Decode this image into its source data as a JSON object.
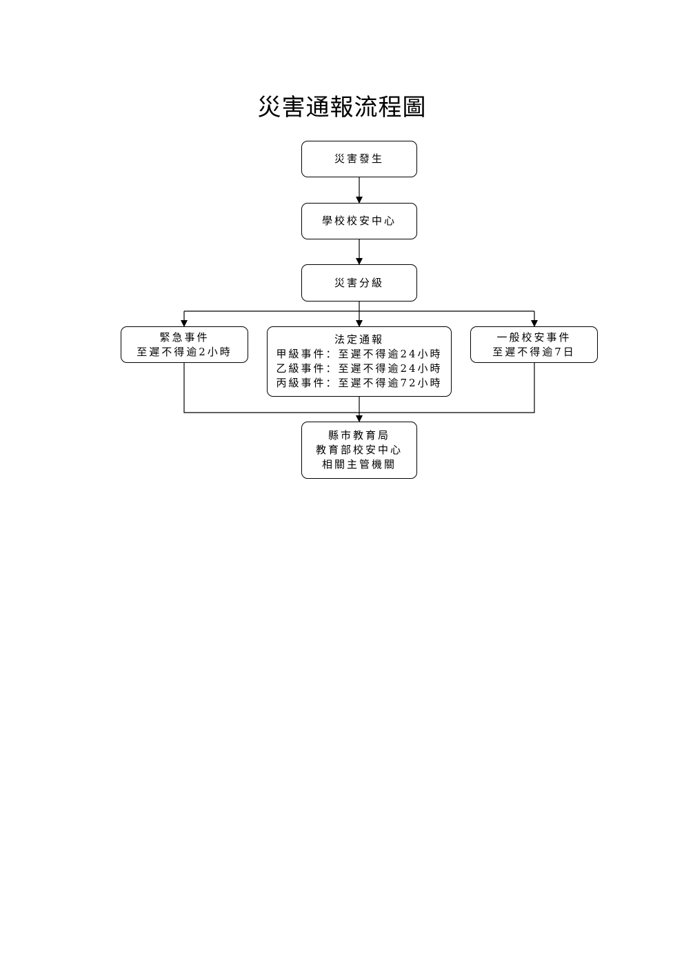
{
  "title": "災害通報流程圖",
  "nodes": {
    "occur": {
      "lines": [
        "災害發生"
      ]
    },
    "school": {
      "lines": [
        "學校校安中心"
      ]
    },
    "classify": {
      "lines": [
        "災害分級"
      ]
    },
    "emergency": {
      "lines": [
        "緊急事件",
        "至遲不得逾2小時"
      ]
    },
    "legal": {
      "lines": [
        "法定通報",
        "甲級事件：至遲不得逾24小時",
        "乙級事件：至遲不得逾24小時",
        "丙級事件：至遲不得逾72小時"
      ]
    },
    "general": {
      "lines": [
        "一般校安事件",
        "至遲不得逾7日"
      ]
    },
    "authority": {
      "lines": [
        "縣市教育局",
        "教育部校安中心",
        "相關主管機關"
      ]
    }
  },
  "edges": [
    [
      "occur",
      "school"
    ],
    [
      "school",
      "classify"
    ],
    [
      "classify",
      "emergency"
    ],
    [
      "classify",
      "legal"
    ],
    [
      "classify",
      "general"
    ],
    [
      "emergency",
      "authority"
    ],
    [
      "legal",
      "authority"
    ],
    [
      "general",
      "authority"
    ]
  ]
}
